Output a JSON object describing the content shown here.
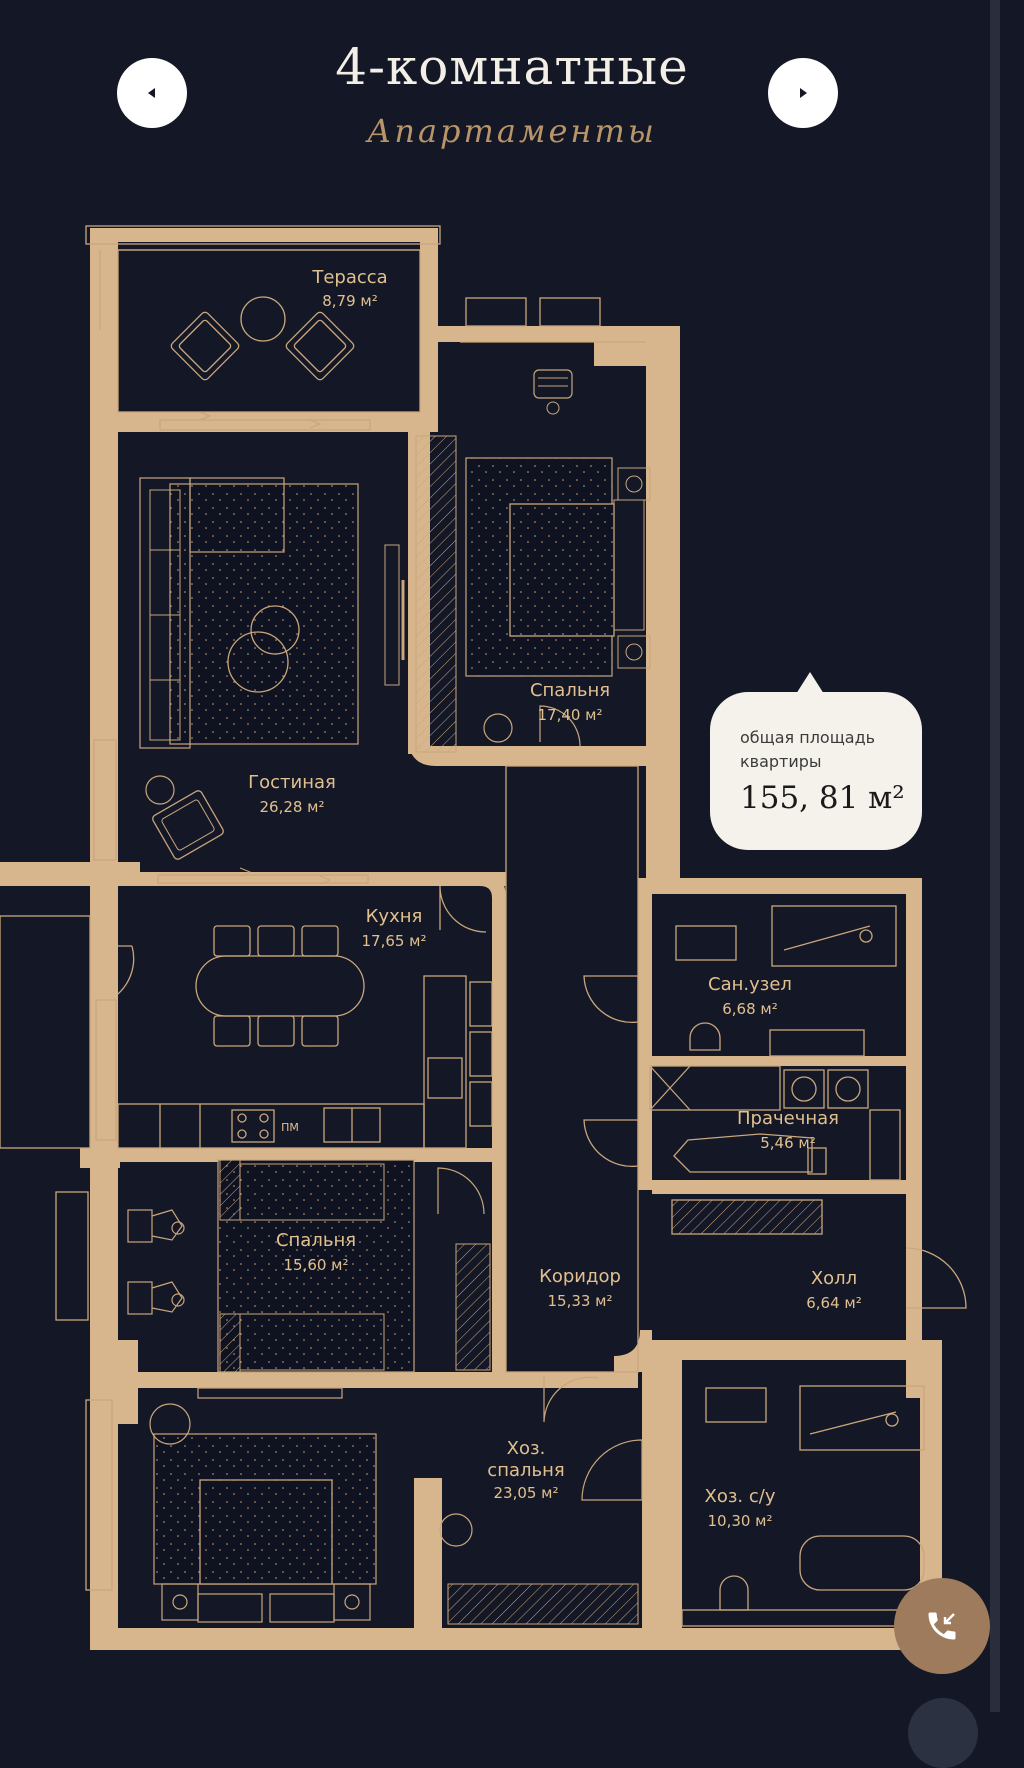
{
  "header": {
    "title": "4-комнатные",
    "subtitle": "Апартаменты",
    "prev_icon": "triangle-left-icon",
    "next_icon": "triangle-right-icon"
  },
  "rooms": [
    {
      "name": "Терасса",
      "area": "8,79 м²"
    },
    {
      "name": "Спальня",
      "area": "17,40 м²"
    },
    {
      "name": "Гостиная",
      "area": "26,28 м²"
    },
    {
      "name": "Кухня",
      "area": "17,65 м²"
    },
    {
      "name": "Сан.узел",
      "area": "6,68 м²"
    },
    {
      "name": "Прачечная",
      "area": "5,46 м²"
    },
    {
      "name": "Спальня",
      "area": "15,60 м²"
    },
    {
      "name": "Коридор",
      "area": "15,33 м²"
    },
    {
      "name": "Холл",
      "area": "6,64 м²"
    },
    {
      "name": "Хоз.",
      "name2": "спальня",
      "area": "23,05 м²"
    },
    {
      "name": "Хоз. с/у",
      "area": "10,30 м²"
    }
  ],
  "fixtures": {
    "oven_label": "ПМ"
  },
  "total_area": {
    "label": "общая площадь квартиры",
    "value": "155, 81 м²"
  },
  "call_button": {
    "icon": "phone-icon"
  },
  "colors": {
    "background": "#131726",
    "wall": "#d8b68d",
    "line": "#c9a67c",
    "title": "#f4efe6",
    "accent": "#b99468",
    "card": "#f5f2ec",
    "call_button": "#9e7b5c"
  }
}
